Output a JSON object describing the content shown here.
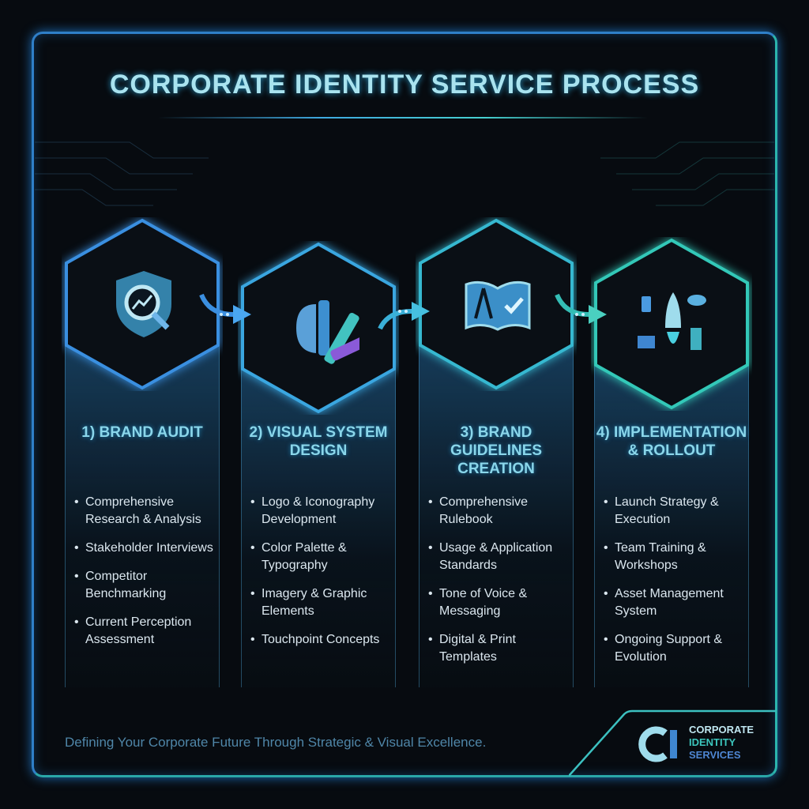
{
  "title": "CORPORATE IDENTITY SERVICE PROCESS",
  "colors": {
    "accent_blue": "#2f7fc8",
    "accent_teal": "#2bb5ad",
    "title": "#a9e3ef",
    "background": "#070b10"
  },
  "steps": [
    {
      "title": "1) BRAND AUDIT",
      "icon": "shield-magnifier-chart-icon",
      "bullets": [
        "Comprehensive Research & Analysis",
        "Stakeholder Interviews",
        "Competitor Benchmarking",
        "Current Perception Assessment"
      ]
    },
    {
      "title": "2) VISUAL SYSTEM DESIGN",
      "icon": "brain-color-swatch-icon",
      "bullets": [
        "Logo & Iconography Development",
        "Color Palette & Typography",
        "Imagery & Graphic Elements",
        "Touchpoint Concepts"
      ]
    },
    {
      "title": "3) BRAND GUIDELINES CREATION",
      "icon": "book-compass-check-icon",
      "bullets": [
        "Comprehensive Rulebook",
        "Usage & Application Standards",
        "Tone of Voice & Messaging",
        "Digital & Print Templates"
      ]
    },
    {
      "title": "4) IMPLEMENTATION & ROLLOUT",
      "icon": "rocket-devices-icon",
      "bullets": [
        "Launch Strategy & Execution",
        "Team Training & Workshops",
        "Asset Management System",
        "Ongoing Support & Evolution"
      ]
    }
  ],
  "tagline": "Defining Your Corporate Future Through Strategic & Visual Excellence.",
  "logo": {
    "mark": "CI",
    "line1": "CORPORATE",
    "line2": "IDENTITY",
    "line3": "SERVICES"
  }
}
